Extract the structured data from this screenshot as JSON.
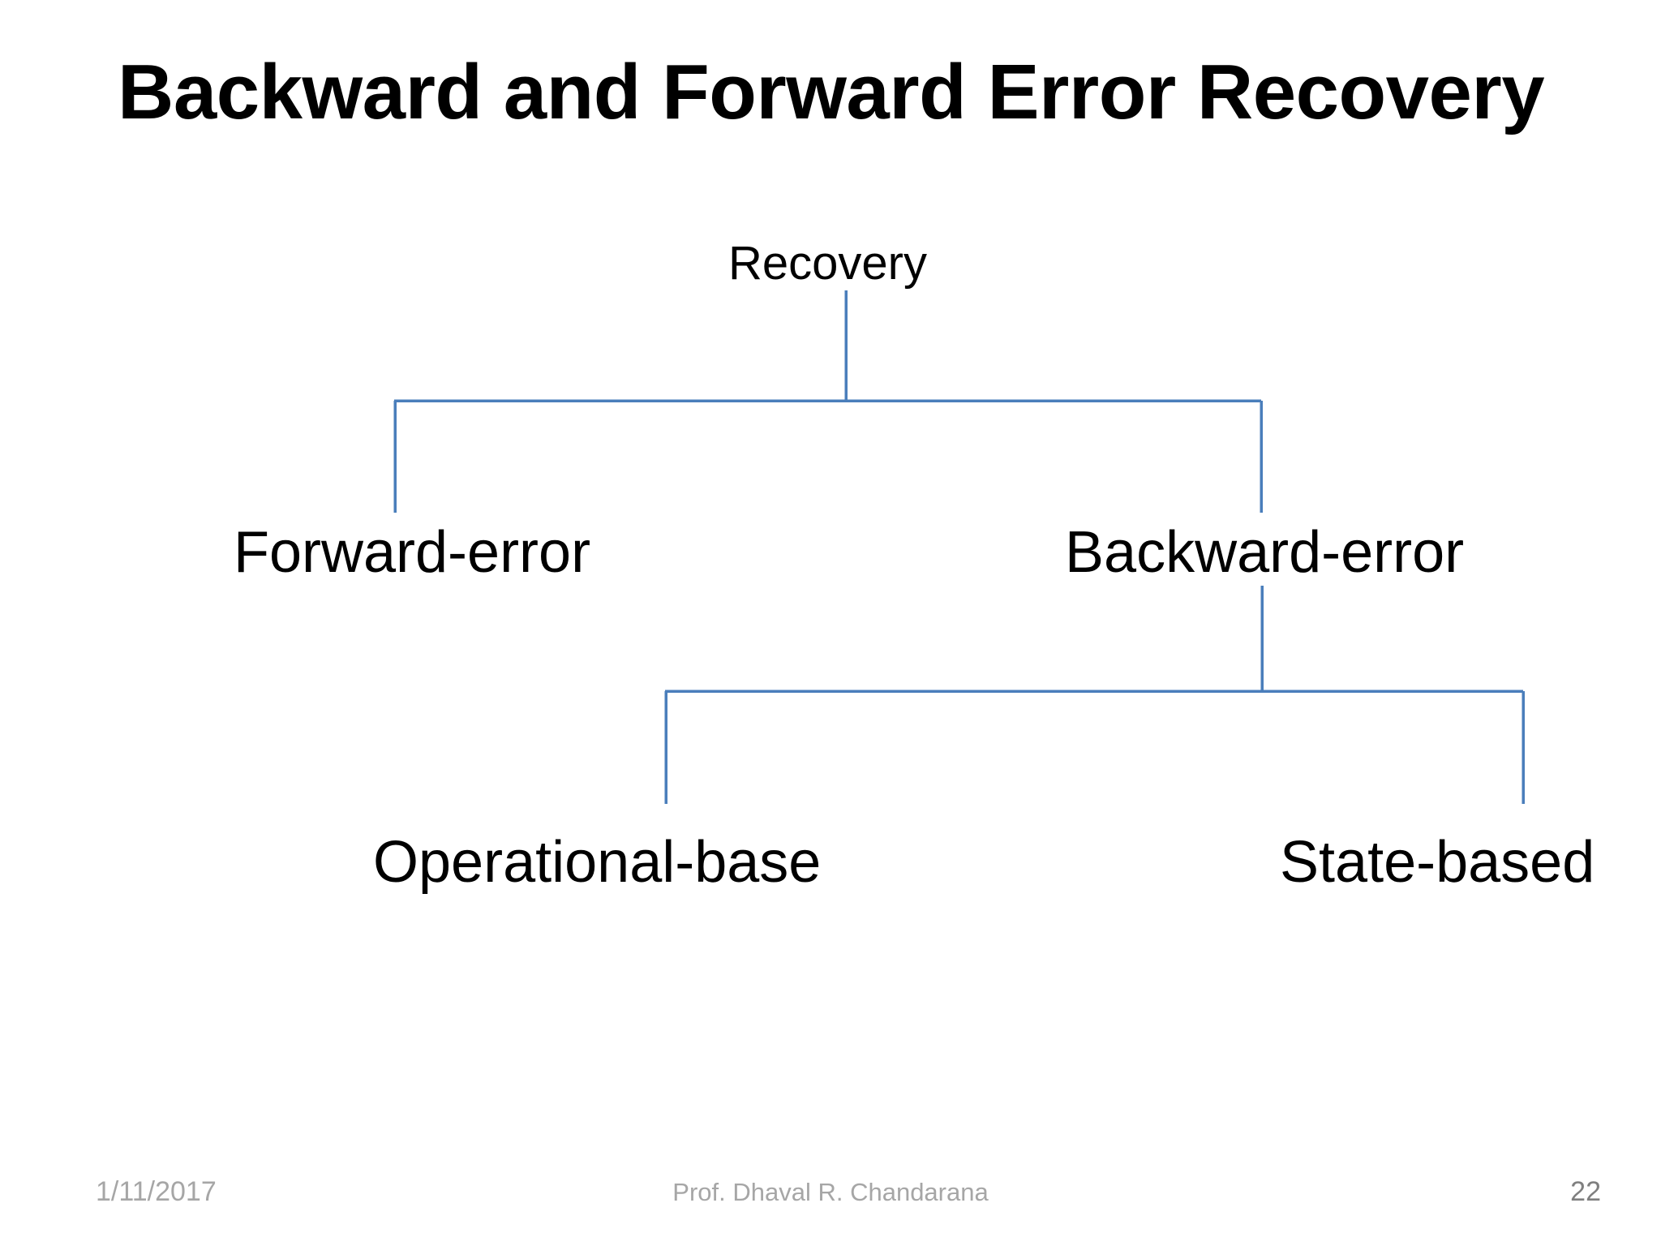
{
  "slide": {
    "title": "Backward and Forward Error Recovery",
    "background_color": "#ffffff",
    "title_color": "#000000",
    "connector_color": "#4a7ebb"
  },
  "diagram": {
    "type": "tree",
    "nodes": {
      "root": "Recovery",
      "forward": "Forward-error",
      "backward": "Backward-error",
      "operational": "Operational-base",
      "state": "State-based"
    }
  },
  "footer": {
    "date": "1/11/2017",
    "author": "Prof. Dhaval R. Chandarana",
    "slide_number": "22",
    "text_color": "#a6a6a6"
  }
}
